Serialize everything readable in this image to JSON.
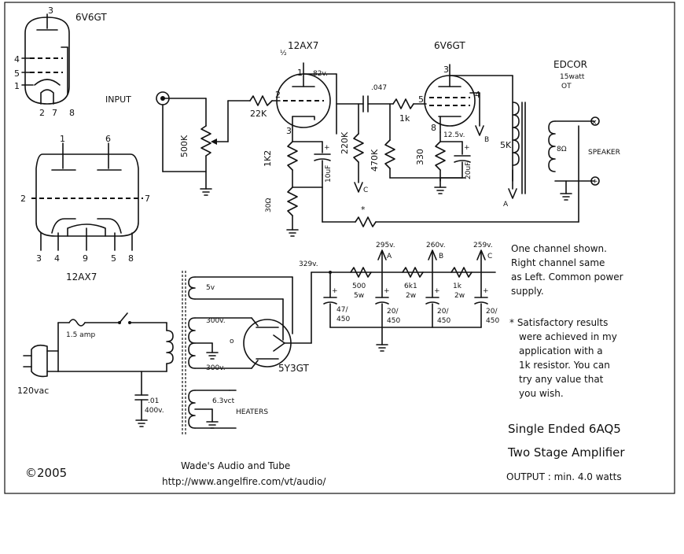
{
  "tubes": {
    "v6v6_symbol": "6V6GT",
    "v12ax7_symbol": "12AX7",
    "preamp": "12AX7",
    "preamp_half": "½",
    "output": "6V6GT",
    "rectifier": "5Y3GT"
  },
  "pins": {
    "v6_p3": "3",
    "v6_p4": "4",
    "v6_p5": "5",
    "v6_p1": "1",
    "v6_p2": "2",
    "v6_p7": "7",
    "v6_p8": "8",
    "ax_p1": "1",
    "ax_p6": "6",
    "ax_p2": "2",
    "ax_p7": "7",
    "ax_p3": "3",
    "ax_p4": "4",
    "ax_p9": "9",
    "ax_p5": "5",
    "ax_p8": "8",
    "pre_p1": "1",
    "pre_p2": "2",
    "pre_p3": "3",
    "out_p3": "3",
    "out_p5": "5",
    "out_p4": "4",
    "out_p8": "8"
  },
  "labels": {
    "input": "INPUT",
    "pot": "500K",
    "grid_r": "22K",
    "plate_v": "82v.",
    "coupling_c": ".047",
    "plate_r": "220K",
    "grid_leak": "470K",
    "grid_stop": "1k",
    "cathode_v": "12.5v.",
    "cathode_r1": "1K2",
    "cathode_c1": "10uF",
    "fb_r": "30Ω",
    "cathode_r2": "330",
    "cathode_c2": "20uF",
    "node_c": "C",
    "node_b": "B",
    "node_a": "A",
    "ot_brand": "EDCOR",
    "ot_watts": "15watt",
    "ot_type": "OT",
    "ot_primary": "5K",
    "ot_secondary": "8Ω",
    "speaker": "SPEAKER",
    "asterisk": "*",
    "b_plus": "329v.",
    "v295": "295v.",
    "v260": "260v.",
    "v259": "259v.",
    "node_a2": "A",
    "node_b2": "B",
    "node_c2": "C",
    "r_500": "500",
    "r_500w": "5w",
    "r_6k1": "6k1",
    "r_6k1w": "2w",
    "r_1k": "1k",
    "r_1kw": "2w",
    "cap1": "47/",
    "cap1b": "450",
    "cap2": "20/",
    "cap2b": "450",
    "cap3": "20/",
    "cap3b": "450",
    "cap4": "20/",
    "cap4b": "450",
    "fil_5v": "5v",
    "hv_300a": "300v.",
    "hv_300b": "300v.",
    "ct_o": "o",
    "fuse": "1.5 amp",
    "mains": "120vac",
    "mains_cap1": ".01",
    "mains_cap2": "400v.",
    "heater_v": "6.3vct",
    "heaters": "HEATERS"
  },
  "notes": {
    "one_channel_1": "One channel shown.",
    "one_channel_2": "Right channel same",
    "one_channel_3": "as Left. Common power",
    "one_channel_4": "supply.",
    "star_1": "* Satisfactory results",
    "star_2": "were achieved in my",
    "star_3": "application with a",
    "star_4": "1k resistor. You can",
    "star_5": "try any value that",
    "star_6": "you wish."
  },
  "title": {
    "line1": "Single Ended 6AQ5",
    "line2": "Two Stage Amplifier",
    "output": "OUTPUT : min. 4.0 watts"
  },
  "footer": {
    "copyright": "©2005",
    "company": "Wade's Audio and Tube",
    "url": "http://www.angelfire.com/vt/audio/"
  }
}
